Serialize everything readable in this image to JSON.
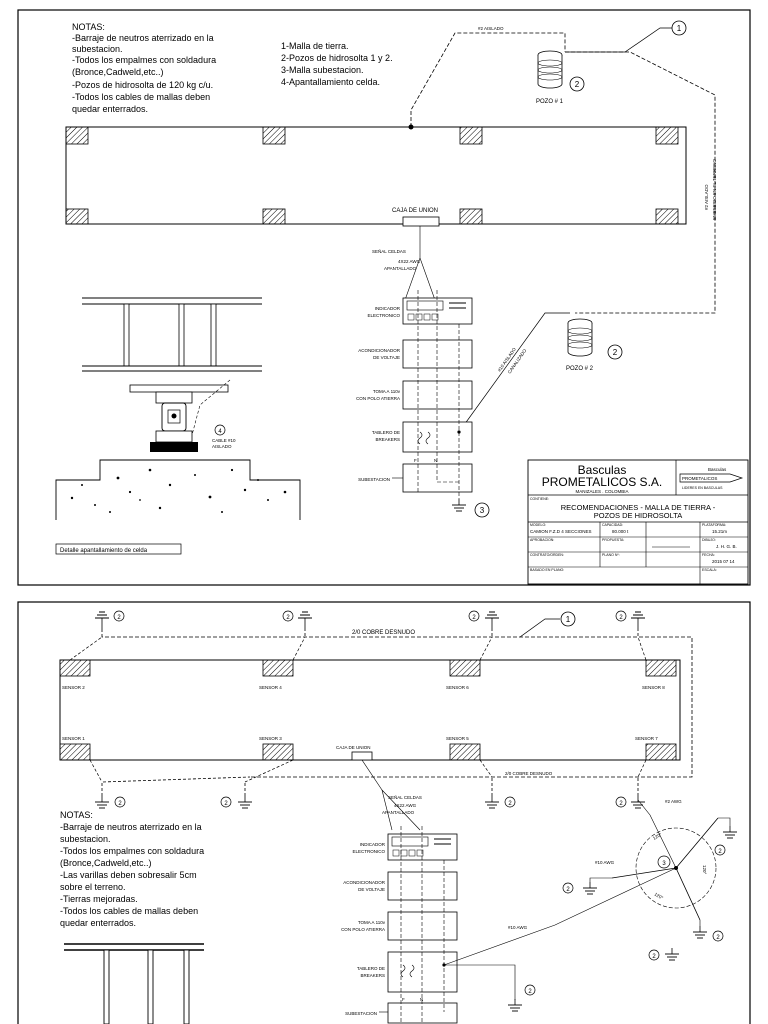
{
  "sheet1": {
    "notes": {
      "heading": "NOTAS:",
      "lines": [
        "-Barraje de neutros aterrizado en la",
        "subestacion.",
        "-Todos los empalmes con soldadura",
        "(Bronce,Cadweld,etc..)",
        "-Pozos de hidrosolta de 120 kg c/u.",
        "-Todos los cables de mallas deben",
        "quedar enterrados."
      ]
    },
    "legend": [
      "1-Malla de tierra.",
      "2-Pozos de hidrosolta 1 y 2.",
      "3-Malla subestacion.",
      "4-Apantallamiento celda."
    ],
    "labels": {
      "aislado_top": "#2 AISLADO",
      "callout_1": "1",
      "callout_2": "2",
      "callout_3": "3",
      "callout_4": "4",
      "pozo1": "POZO # 1",
      "pozo2": "POZO # 2",
      "aislado_side_1": "#2 AISLADO",
      "aislado_side_2": "EMBEBIDO EN EL TERRENO",
      "caja_union": "CAJA DE UNION",
      "senal_celdas": "SEÑAL CELDAS",
      "awg_1": "4X22 AWG",
      "awg_2": "APANTALLADO",
      "indicador_1": "INDICADOR",
      "indicador_2": "ELECTRONICO",
      "acond_1": "ACONDICIONADOR",
      "acond_2": "DE VOLTAJE",
      "toma_1": "TOMA A 110v",
      "toma_2": "CON POLO ATIERRA",
      "tablero_1": "TABLERO DE",
      "tablero_2": "BREAKERS",
      "subestacion": "SUBESTACION",
      "f": "F",
      "n": "N",
      "cable10_1": "CABLE #10",
      "cable10_2": "AISLADO",
      "diag_1": "#10 AISLADO",
      "diag_2": "CANALIZADO",
      "detalle": "Detalle apantallamiento de celda"
    },
    "titleblock": {
      "brand_1": "Basculas",
      "brand_2": "PROMETALICOS S.A.",
      "city": "MANIZALES  .  COLOMBIA",
      "logo_1": "Basculas",
      "logo_2": "PROMETALICOS",
      "logo_3": "LIDERES EN BASCULAS",
      "contiene_label": "CONTIENE:",
      "title_1": "RECOMENDACIONES - MALLA DE TIERRA -",
      "title_2": "POZOS DE HIDROSOLTA",
      "modelo_label": "MODELO:",
      "modelo_value": "CAMION F.Z.D 4 SECCIONES",
      "capacidad_label": "CAPACIDAD:",
      "capacidad_value": "80.000 t",
      "plataforma_label": "PLATAFORMA:",
      "plataforma_value": "15.21m",
      "aprobacion_label": "APROBACION:",
      "propuesta_label": "PROPUESTA:",
      "dibujo_label": "DIBUJO:",
      "dibujo_value": "J. H. G. B.",
      "contrato_label": "CONTRATO/ORDEN:",
      "plano_label": "PLANO Nº:",
      "fecha_label": "FECHA:",
      "fecha_value": "2015 07 14",
      "basado_label": "BASADO EN PLANO:",
      "escala_label": "ESCALA:"
    }
  },
  "sheet2": {
    "cable_top": "2/0 COBRE DESNUDO",
    "cable_bottom": "2/0 COBRE DESNUDO",
    "callout_1": "1",
    "callout_2": "2",
    "callout_3": "3",
    "sensors": [
      "SENSOR 2",
      "SENSOR 4",
      "SENSOR 6",
      "SENSOR 8",
      "SENSOR 1",
      "SENSOR 3",
      "SENSOR 5",
      "SENSOR 7"
    ],
    "caja_union": "CAJA DE UNION",
    "senal_celdas": "SEÑAL CELDAS",
    "awg_1": "4X22 AWG",
    "awg_2": "APANTALLADO",
    "indicador_1": "INDICADOR",
    "indicador_2": "ELECTRONICO",
    "acond_1": "ACONDICIONADOR",
    "acond_2": "DE VOLTAJE",
    "toma_1": "TOMA A 110v",
    "toma_2": "CON POLO ATIERRA",
    "tablero_1": "TABLERO DE",
    "tablero_2": "BREAKERS",
    "subestacion": "SUBESTACION",
    "f": "F",
    "n": "N",
    "awg2": "#2 AWG",
    "awg10_a": "#10 AWG",
    "awg10_b": "#10 AWG",
    "angle_1": "120°",
    "angle_2": "120°",
    "angle_3": "120°",
    "notes": {
      "heading": "NOTAS:",
      "lines": [
        "-Barraje de neutros aterrizado en la",
        "subestacion.",
        "-Todos los empalmes con soldadura",
        "(Bronce,Cadweld,etc..)",
        "-Las varillas deben sobresalir 5cm",
        " sobre el terreno.",
        "-Tierras mejoradas.",
        "-Todos los cables de mallas deben",
        "quedar enterrados."
      ]
    }
  }
}
